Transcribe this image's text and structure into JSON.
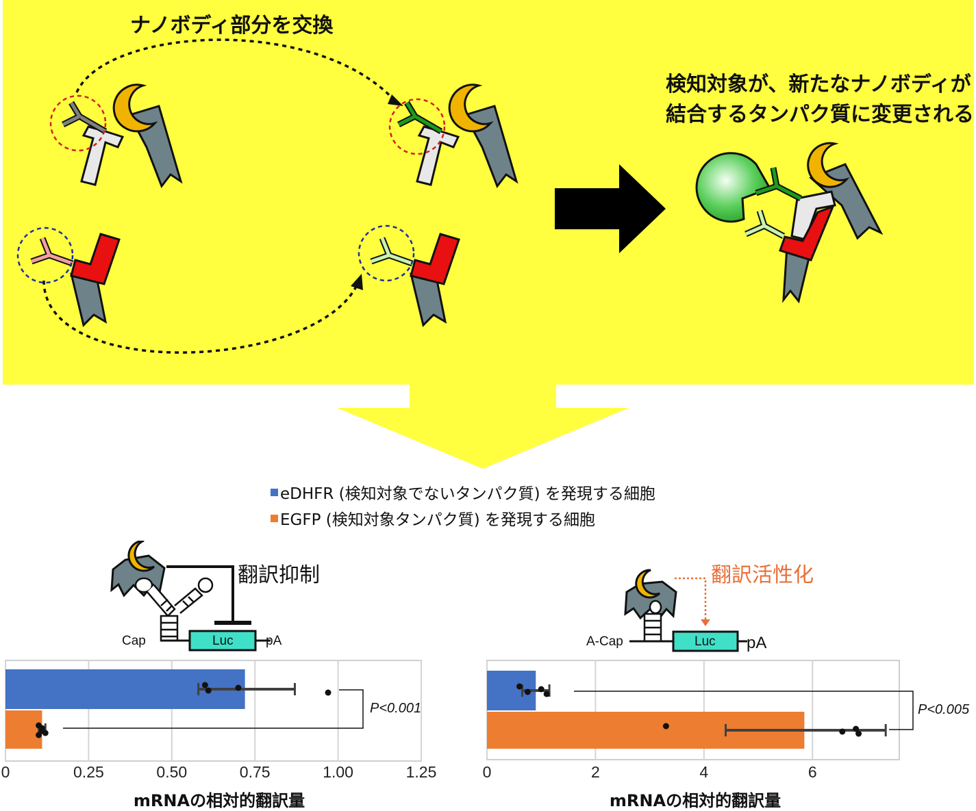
{
  "top": {
    "swap_label": "ナノボディ部分を交換",
    "result_line1": "検知対象が、新たなナノボディが",
    "result_line2": "結合するタンパク質に変更される"
  },
  "colors": {
    "panel_bg": "#ffff40",
    "blue": "#4472c4",
    "orange": "#ed7d31",
    "luc": "#40e0c8",
    "gray_protein": "#6e8289",
    "red_protein": "#e81010",
    "green_protein": "#2aa52a"
  },
  "legend": [
    {
      "label": "eDHFR (検知対象でないタンパク質) を発現する細胞",
      "color": "#4472c4"
    },
    {
      "label": "EGFP (検知対象タンパク質) を発現する細胞",
      "color": "#ed7d31"
    }
  ],
  "left_diagram": {
    "label": "翻訳抑制",
    "cap": "Cap",
    "luc": "Luc",
    "pa": "pA"
  },
  "right_diagram": {
    "label": "翻訳活性化",
    "cap": "A-Cap",
    "luc": "Luc",
    "pa": "pA"
  },
  "chart_data": [
    {
      "type": "bar",
      "orientation": "horizontal",
      "xlabel": "mRNAの相対的翻訳量",
      "xlim": [
        0,
        1.25
      ],
      "xticks": [
        "0",
        "0.25",
        "0.50",
        "0.75",
        "1.00",
        "1.25"
      ],
      "xtick_values": [
        0,
        0.25,
        0.5,
        0.75,
        1.0,
        1.25
      ],
      "grid": true,
      "pvalue": "P<0.001",
      "series": [
        {
          "color": "#4472c4",
          "value": 0.72,
          "err_low": 0.58,
          "err_high": 0.87,
          "points": [
            0.6,
            0.61,
            0.7,
            0.97
          ]
        },
        {
          "color": "#ed7d31",
          "value": 0.11,
          "err_low": 0.1,
          "err_high": 0.12,
          "points": [
            0.1,
            0.11,
            0.11,
            0.12,
            0.1
          ]
        }
      ]
    },
    {
      "type": "bar",
      "orientation": "horizontal",
      "xlabel": "mRNAの相対的翻訳量",
      "xlim": [
        0,
        7.6
      ],
      "xticks": [
        "0",
        "2",
        "4",
        "6"
      ],
      "xtick_values": [
        0,
        2,
        4,
        6
      ],
      "grid": true,
      "pvalue": "P<0.005",
      "series": [
        {
          "color": "#4472c4",
          "value": 0.9,
          "err_low": 0.65,
          "err_high": 1.15,
          "points": [
            0.6,
            0.75,
            1.0,
            1.1
          ]
        },
        {
          "color": "#ed7d31",
          "value": 5.85,
          "err_low": 4.4,
          "err_high": 7.35,
          "points": [
            3.3,
            6.55,
            6.8,
            6.85
          ]
        }
      ]
    }
  ]
}
